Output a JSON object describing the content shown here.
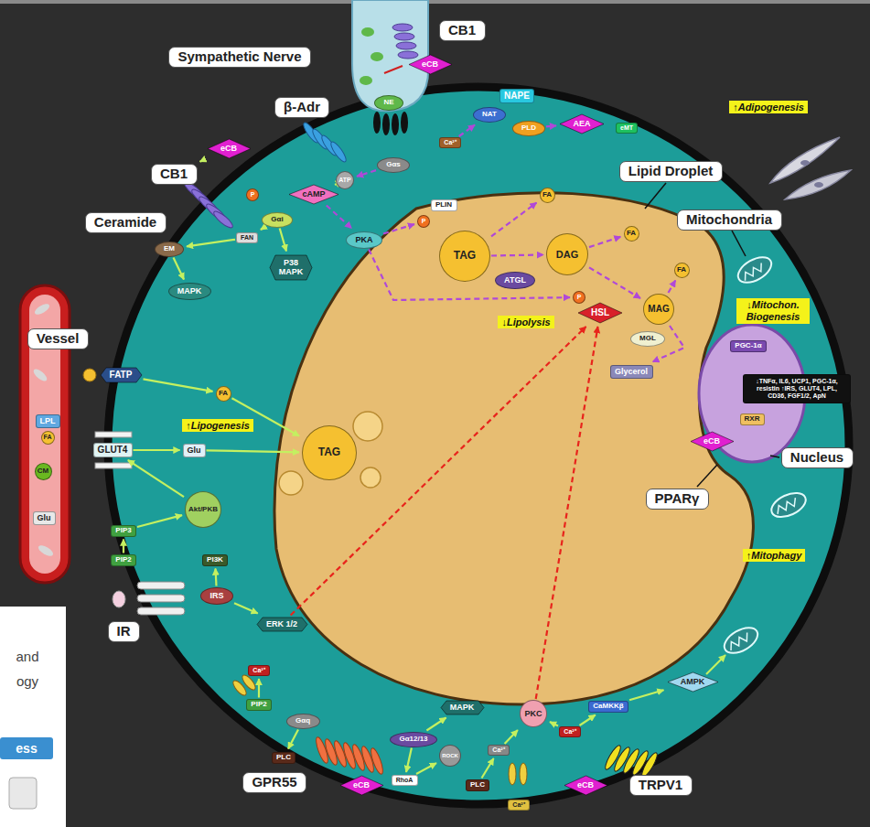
{
  "diagram": {
    "nodes": [
      {
        "text": [
          "Sympathetic Nerve"
        ]
      },
      {
        "text": [
          "CB1"
        ]
      },
      {
        "text": [
          "eCB"
        ]
      },
      {
        "text": [
          "NE"
        ]
      },
      {
        "text": [
          "β-Adr"
        ]
      },
      {
        "text": [
          "Gαs"
        ]
      },
      {
        "text": [
          "ATP"
        ]
      },
      {
        "text": [
          "cAMP"
        ]
      },
      {
        "text": [
          "NAPE"
        ]
      },
      {
        "text": [
          "NAT"
        ]
      },
      {
        "text": [
          "PLD"
        ]
      },
      {
        "text": [
          "AEA"
        ]
      },
      {
        "text": [
          "eMT"
        ]
      },
      {
        "text": [
          "Ca²⁺"
        ]
      },
      {
        "text": [
          "CB1"
        ]
      },
      {
        "text": [
          "eCB"
        ]
      },
      {
        "text": [
          "P"
        ]
      },
      {
        "text": [
          "Gαi"
        ]
      },
      {
        "text": [
          "Ceramide"
        ]
      },
      {
        "text": [
          "FAN"
        ]
      },
      {
        "text": [
          "EM"
        ]
      },
      {
        "text": [
          "MAPK"
        ]
      },
      {
        "text": [
          "P38 MAPK"
        ]
      },
      {
        "text": [
          "PKA"
        ]
      },
      {
        "text": [
          "P"
        ]
      },
      {
        "text": [
          "PLIN"
        ]
      },
      {
        "text": [
          "Lipid Droplet"
        ]
      },
      {
        "text": [
          "Mitochondria"
        ]
      },
      {
        "text": [
          "TAG"
        ]
      },
      {
        "text": [
          "ATGL"
        ]
      },
      {
        "text": [
          "FA"
        ]
      },
      {
        "text": [
          "DAG"
        ]
      },
      {
        "text": [
          "FA"
        ]
      },
      {
        "text": [
          "P"
        ]
      },
      {
        "text": [
          "HSL"
        ]
      },
      {
        "text": [
          "MAG"
        ]
      },
      {
        "text": [
          "FA"
        ]
      },
      {
        "text": [
          "MGL"
        ]
      },
      {
        "text": [
          "Glycerol"
        ]
      },
      {
        "text": [
          "Vessel"
        ]
      },
      {
        "text": [
          "LPL"
        ]
      },
      {
        "text": [
          "FA"
        ]
      },
      {
        "text": [
          "CM"
        ]
      },
      {
        "text": [
          "Glu"
        ]
      },
      {
        "text": [
          "FATP"
        ]
      },
      {
        "text": [
          "FA"
        ]
      },
      {
        "text": [
          "GLUT4"
        ]
      },
      {
        "text": [
          "Glu"
        ]
      },
      {
        "text": [
          "TAG"
        ]
      },
      {
        "text": [
          "Akt/PKB"
        ]
      },
      {
        "text": [
          "PIP3"
        ]
      },
      {
        "text": [
          "PIP2"
        ]
      },
      {
        "text": [
          "PI3K"
        ]
      },
      {
        "text": [
          "IR"
        ]
      },
      {
        "text": [
          "IRS"
        ]
      },
      {
        "text": [
          "ERK 1/2"
        ]
      },
      {
        "text": [
          "PGC-1α"
        ]
      },
      {
        "text": [
          "↓TNFα, IL6, UCP1, PGC-1α, resistin ↑IRS, GLUT4, LPL, CD36, FGF1/2, ApN"
        ]
      },
      {
        "text": [
          "RXR"
        ]
      },
      {
        "text": [
          "eCB"
        ]
      },
      {
        "text": [
          "Nucleus"
        ]
      },
      {
        "text": [
          "PPARγ"
        ]
      },
      {
        "text": [
          "Ca²⁺"
        ]
      },
      {
        "text": [
          "PIP2"
        ]
      },
      {
        "text": [
          "Gαq"
        ]
      },
      {
        "text": [
          "PLC"
        ]
      },
      {
        "text": [
          "GPR55"
        ]
      },
      {
        "text": [
          "Gα12/13"
        ]
      },
      {
        "text": [
          "eCB"
        ]
      },
      {
        "text": [
          "RhoA"
        ]
      },
      {
        "text": [
          "ROCK"
        ]
      },
      {
        "text": [
          "MAPK"
        ]
      },
      {
        "text": [
          "PLC"
        ]
      },
      {
        "text": [
          "Ca²⁺"
        ]
      },
      {
        "text": [
          "Ca²⁺"
        ]
      },
      {
        "text": [
          "PKC"
        ]
      },
      {
        "text": [
          "Ca²⁺"
        ]
      },
      {
        "text": [
          "CaMKKβ"
        ]
      },
      {
        "text": [
          "AMPK"
        ]
      },
      {
        "text": [
          "eCB"
        ]
      },
      {
        "text": [
          "TRPV1"
        ]
      }
    ],
    "edges": [
      {
        "from": 6,
        "to": 7,
        "arrow": "to"
      },
      {
        "from": 7,
        "to": 23,
        "arrow": "to"
      },
      {
        "from": 23,
        "to": 24,
        "arrow": "to"
      },
      {
        "from": 23,
        "to": 33,
        "arrow": "to"
      },
      {
        "from": 28,
        "to": 31,
        "arrow": "to"
      },
      {
        "from": 28,
        "to": 30,
        "arrow": "to"
      },
      {
        "from": 31,
        "to": 32,
        "arrow": "to"
      },
      {
        "from": 31,
        "to": 35,
        "arrow": "to"
      },
      {
        "from": 35,
        "to": 36,
        "arrow": "to"
      },
      {
        "from": 35,
        "to": 38,
        "arrow": "to"
      },
      {
        "from": 17,
        "to": 22,
        "arrow": "to"
      },
      {
        "from": 17,
        "to": 19,
        "arrow": "to"
      },
      {
        "from": 19,
        "to": 20,
        "arrow": "to"
      },
      {
        "from": 20,
        "to": 21,
        "arrow": "to"
      },
      {
        "from": 44,
        "to": 45,
        "arrow": "to"
      },
      {
        "from": 45,
        "to": 48,
        "arrow": "to"
      },
      {
        "from": 46,
        "to": 47,
        "arrow": "to"
      },
      {
        "from": 47,
        "to": 48,
        "arrow": "to"
      },
      {
        "from": 49,
        "to": 46,
        "arrow": "to"
      },
      {
        "from": 51,
        "to": 50,
        "arrow": "to"
      },
      {
        "from": 50,
        "to": 49,
        "arrow": "to"
      },
      {
        "from": 54,
        "to": 52,
        "arrow": "to"
      },
      {
        "from": 54,
        "to": 55,
        "arrow": "to"
      },
      {
        "from": 55,
        "to": 34,
        "arrow": "to"
      },
      {
        "from": 63,
        "to": 62,
        "arrow": "to"
      },
      {
        "from": 64,
        "to": 65,
        "arrow": "to"
      },
      {
        "from": 67,
        "to": 69,
        "arrow": "to"
      },
      {
        "from": 69,
        "to": 70,
        "arrow": "to"
      },
      {
        "from": 67,
        "to": 71,
        "arrow": "to"
      },
      {
        "from": 72,
        "to": 73,
        "arrow": "to"
      },
      {
        "from": 73,
        "to": 75,
        "arrow": "to"
      },
      {
        "from": 76,
        "to": 75,
        "arrow": "to"
      },
      {
        "from": 76,
        "to": 77,
        "arrow": "to"
      },
      {
        "from": 77,
        "to": 78,
        "arrow": "to"
      },
      {
        "from": 75,
        "to": 34,
        "arrow": "to"
      },
      {
        "from": 10,
        "to": 11,
        "arrow": "to"
      },
      {
        "from": 13,
        "to": 9,
        "arrow": "to"
      },
      {
        "from": 5,
        "to": 6,
        "arrow": "to"
      },
      {
        "from": 15,
        "to": 14,
        "arrow": "to"
      }
    ],
    "labels": [
      "↑Adipogenesis",
      "↓Lipolysis",
      "↑Lipogenesis",
      "↓Mitochon. Biogenesis",
      "↑Mitophagy",
      "and",
      "ogy",
      "ess"
    ]
  }
}
